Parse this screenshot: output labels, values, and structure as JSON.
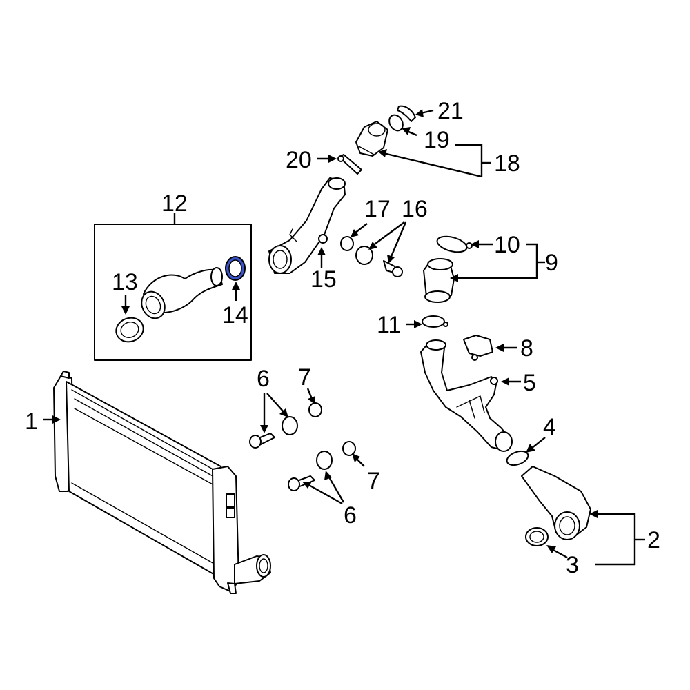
{
  "callouts": {
    "c1": "1",
    "c2": "2",
    "c3": "3",
    "c4": "4",
    "c5": "5",
    "c6a": "6",
    "c6b": "6",
    "c7a": "7",
    "c7b": "7",
    "c8": "8",
    "c9": "9",
    "c10": "10",
    "c11": "11",
    "c12": "12",
    "c13": "13",
    "c14": "14",
    "c15": "15",
    "c16": "16",
    "c17": "17",
    "c18": "18",
    "c19": "19",
    "c20": "20",
    "c21": "21"
  },
  "colors": {
    "line": "#000000",
    "background": "#ffffff",
    "highlight": "#3a53c9"
  },
  "highlighted_part": "14"
}
